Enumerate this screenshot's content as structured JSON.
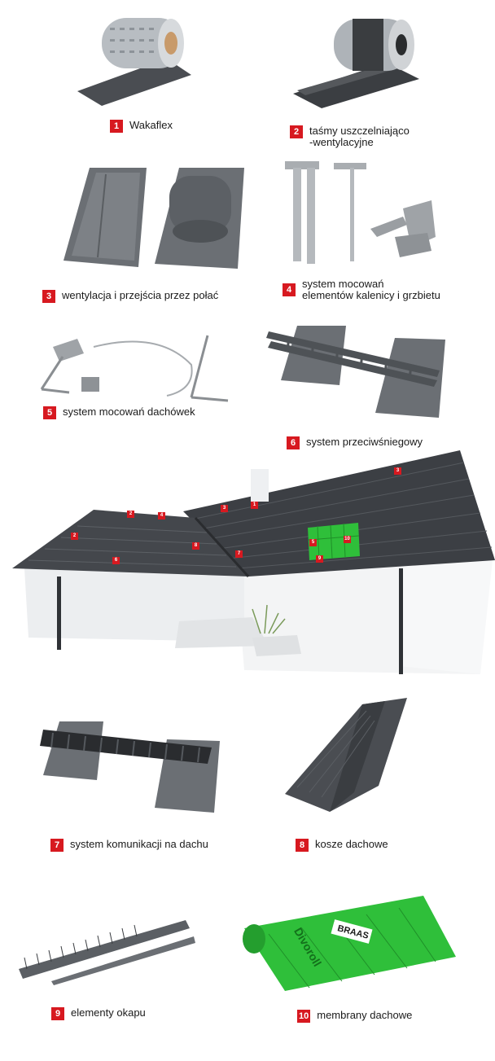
{
  "colors": {
    "accent": "#d71920",
    "product": "#5f6368",
    "membrane": "#2fbf3a"
  },
  "items": [
    {
      "number": "1",
      "label": "Wakaflex"
    },
    {
      "number": "2",
      "label": "taśmy uszczelniająco\n-wentylacyjne"
    },
    {
      "number": "3",
      "label": "wentylacja i przejścia przez połać"
    },
    {
      "number": "4",
      "label": "system mocowań\nelementów kalenicy i grzbietu"
    },
    {
      "number": "5",
      "label": "system mocowań dachówek"
    },
    {
      "number": "6",
      "label": "system przeciwśniegowy"
    },
    {
      "number": "7",
      "label": "system komunikacji na dachu"
    },
    {
      "number": "8",
      "label": "kosze dachowe"
    },
    {
      "number": "9",
      "label": "elementy okapu"
    },
    {
      "number": "10",
      "label": "membrany dachowe"
    }
  ],
  "house_markers": [
    "1",
    "2",
    "2",
    "3",
    "4",
    "5",
    "6",
    "7",
    "8",
    "9",
    "10",
    "3"
  ],
  "membrane_brand": "BRAAS",
  "membrane_name": "Divoroll"
}
